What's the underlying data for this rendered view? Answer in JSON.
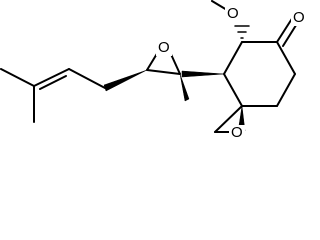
{
  "molecule": {
    "atoms": {
      "methoxy_O": "O",
      "ketone_O": "O",
      "epoxide1_O": "O",
      "epoxide2_O": "O"
    }
  },
  "colors": {
    "bond": "#000000",
    "background": "#ffffff"
  }
}
